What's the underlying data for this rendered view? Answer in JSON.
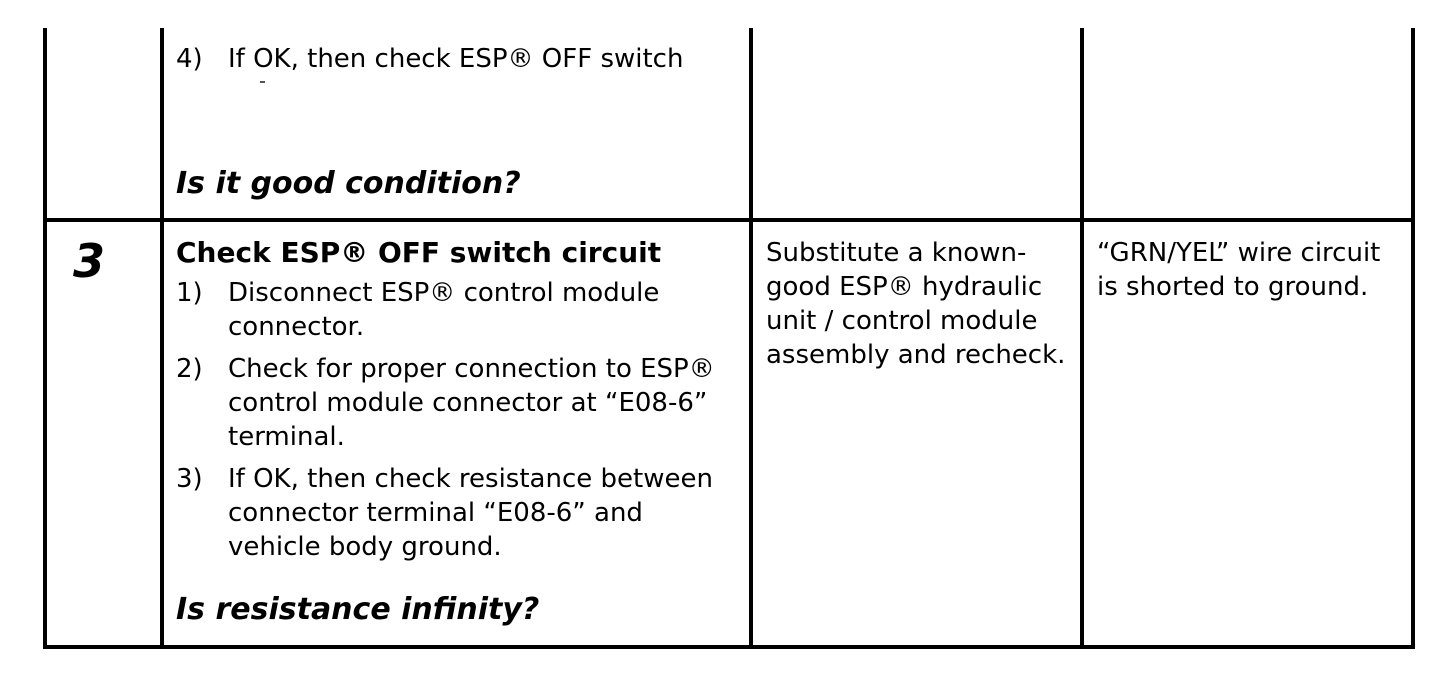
{
  "top_row": {
    "steps": [
      {
        "num": "4)",
        "text": "If OK, then check ESP® OFF switch"
      }
    ],
    "question": "Is it good condition?"
  },
  "row_3": {
    "step_number": "3",
    "title": "Check ESP® OFF switch circuit",
    "steps": [
      {
        "num": "1)",
        "text": "Disconnect ESP® control module connector."
      },
      {
        "num": "2)",
        "text": "Check for proper connection to ESP® control module connector at “E08-6” terminal."
      },
      {
        "num": "3)",
        "text": "If OK, then check resistance between connector terminal “E08-6” and vehicle body ground."
      }
    ],
    "question": "Is resistance infinity?",
    "yes_action": "Substitute a known-good ESP® hydraulic unit / control module assembly and recheck.",
    "no_action": "“GRN/YEL” wire circuit is shorted to ground."
  }
}
